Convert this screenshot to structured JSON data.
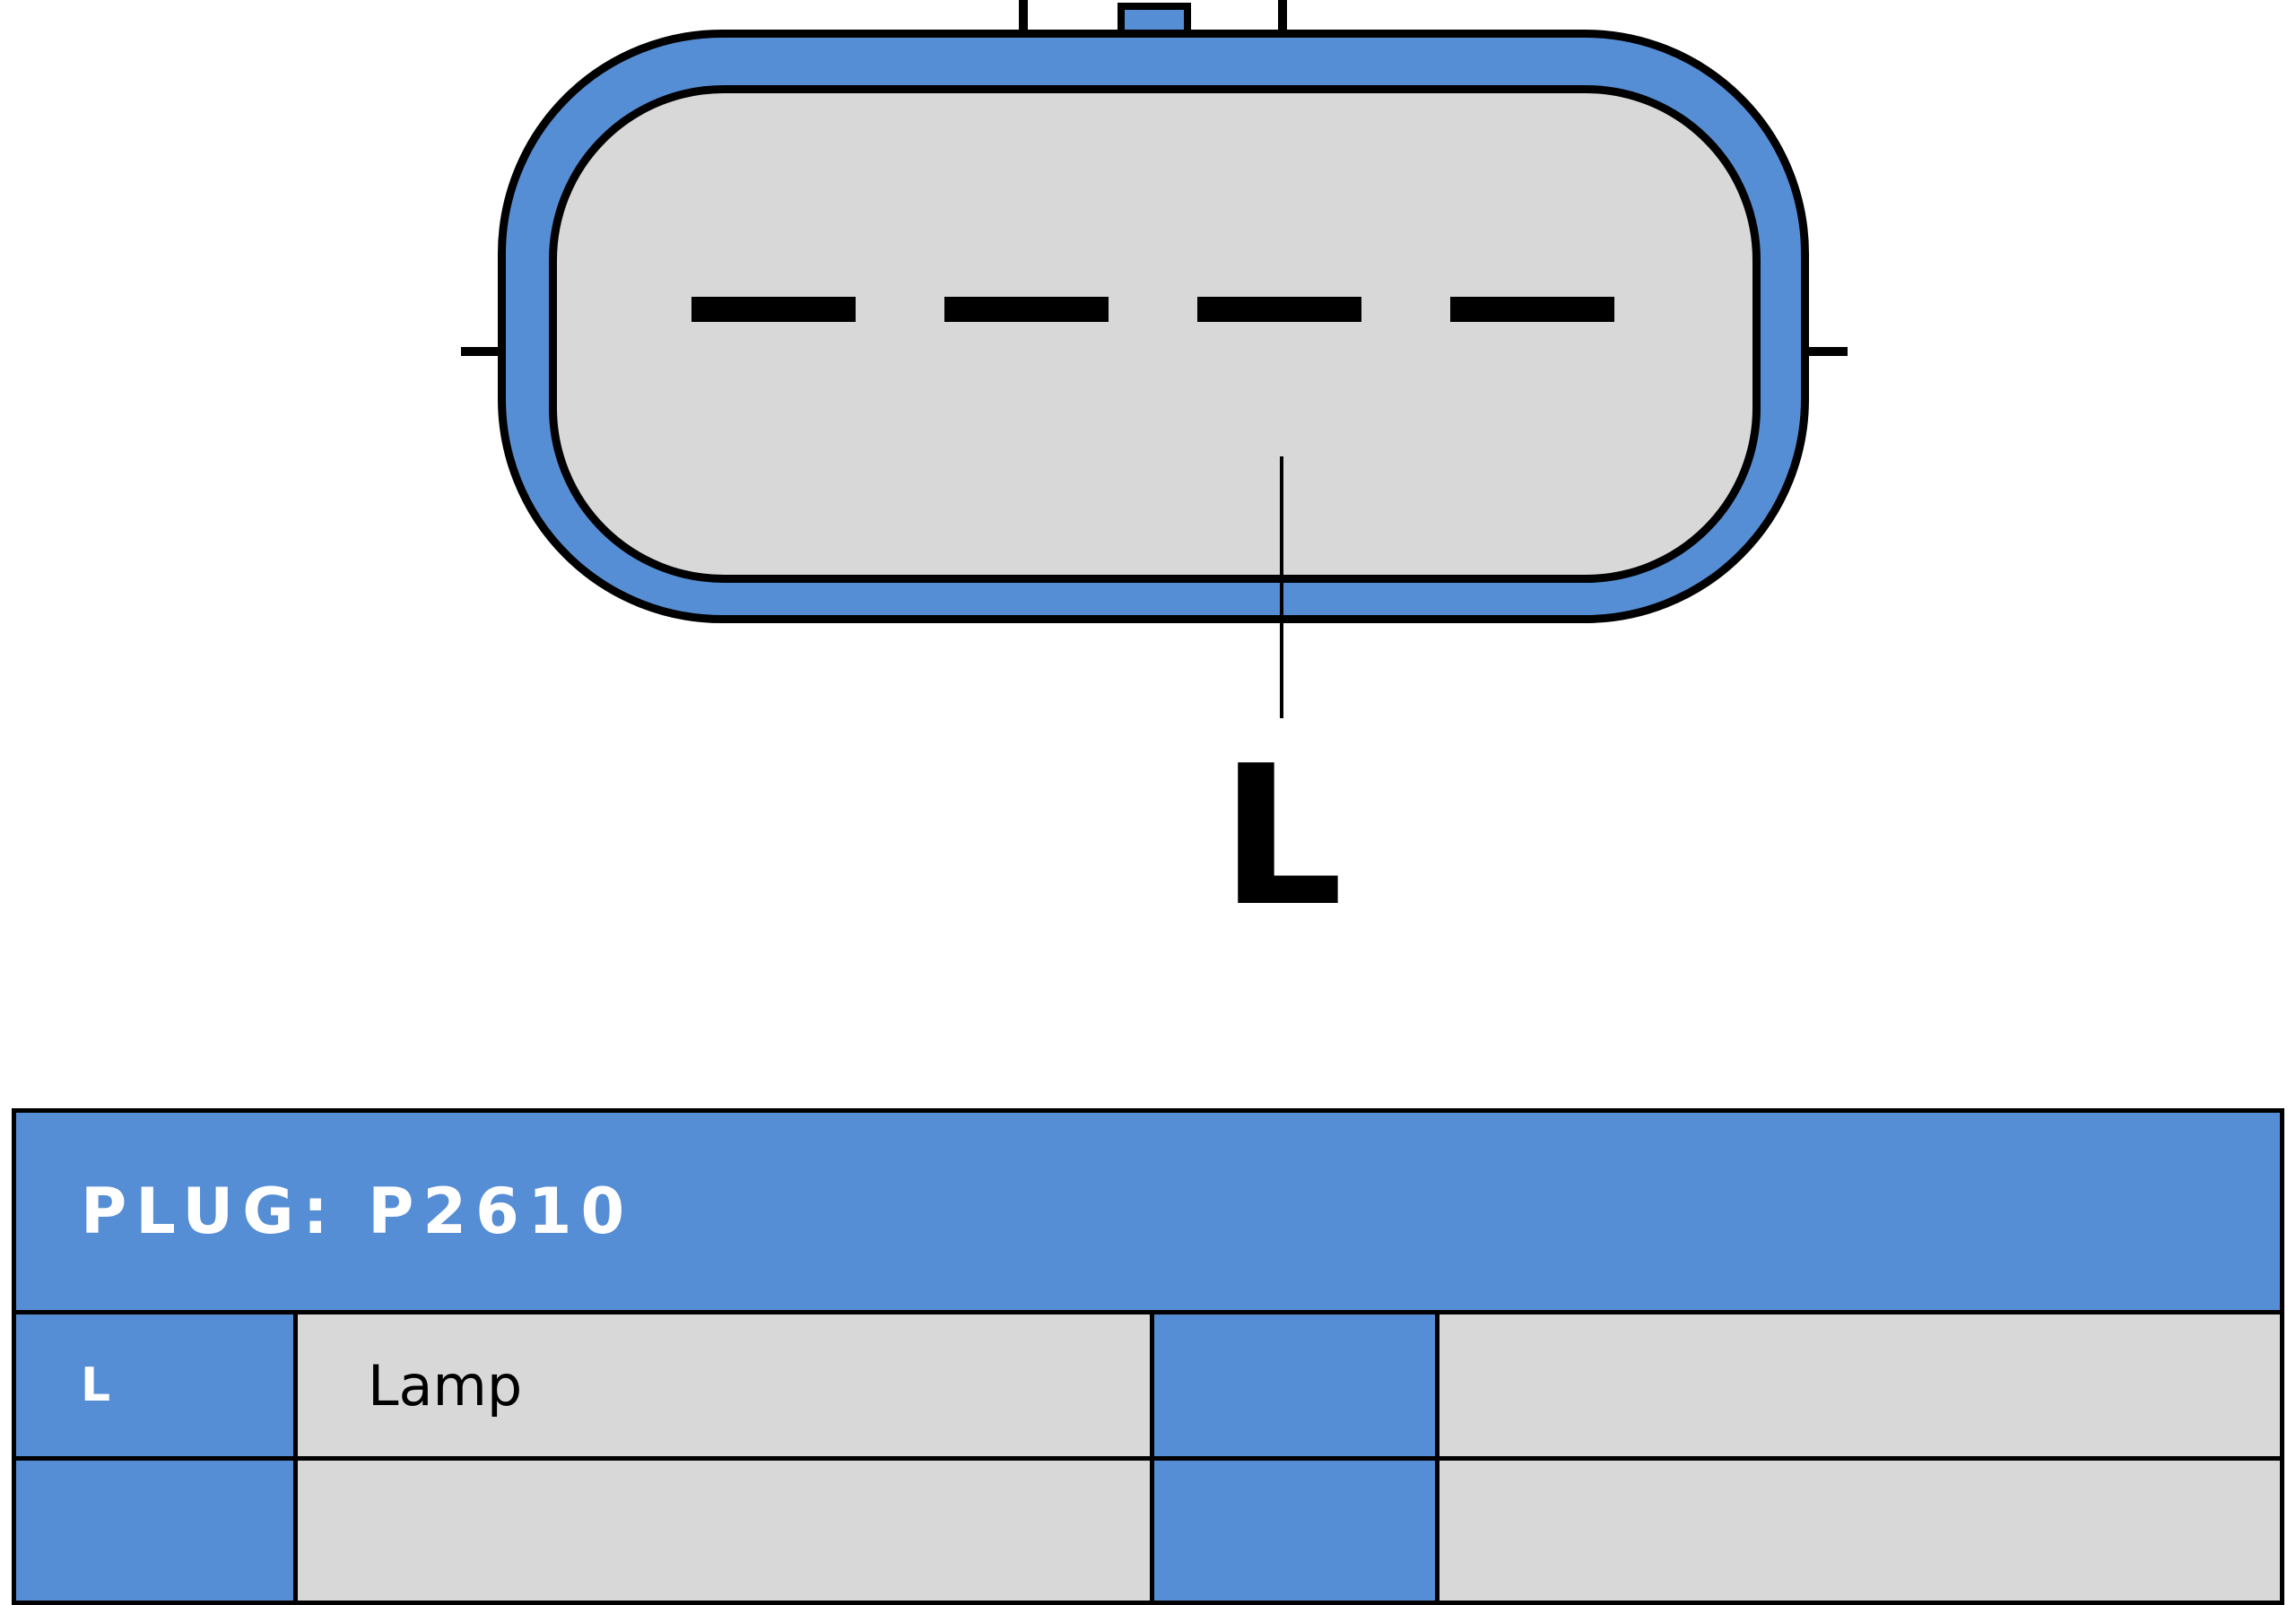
{
  "diagram": {
    "pin_label": "L",
    "pin_count": 4
  },
  "table": {
    "title": "PLUG: P2610",
    "rows": [
      {
        "pin": "L",
        "label": "Lamp",
        "col3": "",
        "col4": ""
      },
      {
        "pin": "",
        "label": "",
        "col3": "",
        "col4": ""
      }
    ]
  },
  "colors": {
    "blue": "#568ED5",
    "gray": "#D8D8D8",
    "outline": "#000000",
    "text_light": "#FFFFFF",
    "text_dark": "#000000"
  }
}
